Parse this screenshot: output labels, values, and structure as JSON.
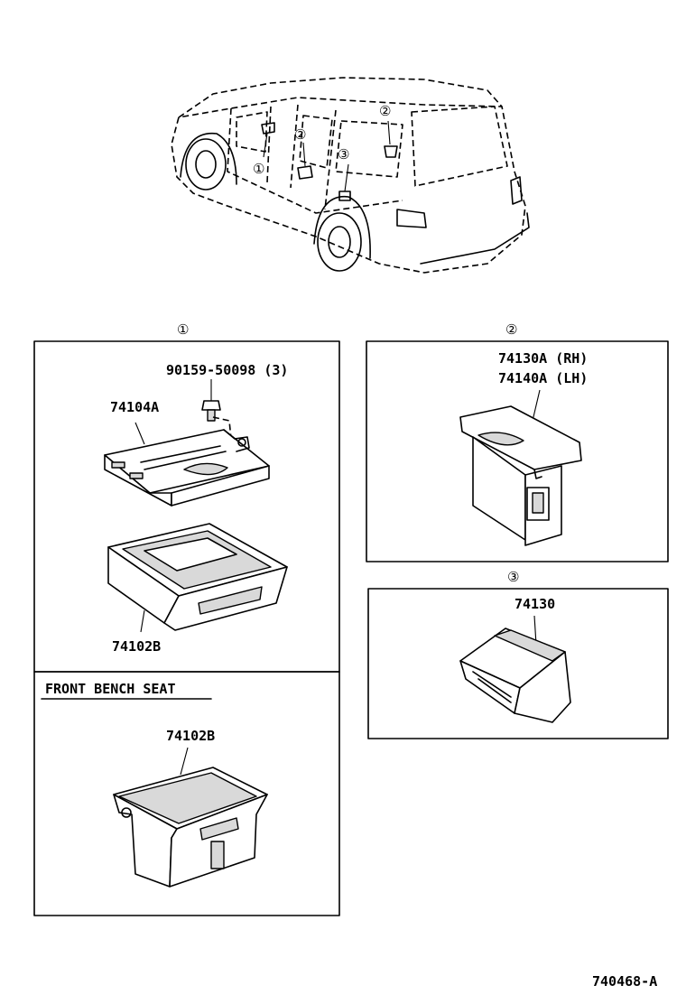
{
  "callouts": [
    "①",
    "②",
    "③"
  ],
  "vehicle_markers": [
    "①",
    "②",
    "②",
    "③"
  ],
  "section_1": {
    "marker": "①",
    "bolt_label": "90159-50098 (3)",
    "bracket_label": "74104A",
    "ashtray_label": "74102B"
  },
  "section_2": {
    "marker": "②",
    "label_rh": "74130A (RH)",
    "label_lh": "74140A (LH)"
  },
  "section_3": {
    "marker": "③",
    "part_label": "74130"
  },
  "bench_seat": {
    "title": "FRONT BENCH SEAT",
    "part_label": "74102B"
  },
  "diagram_code": "740468-A"
}
